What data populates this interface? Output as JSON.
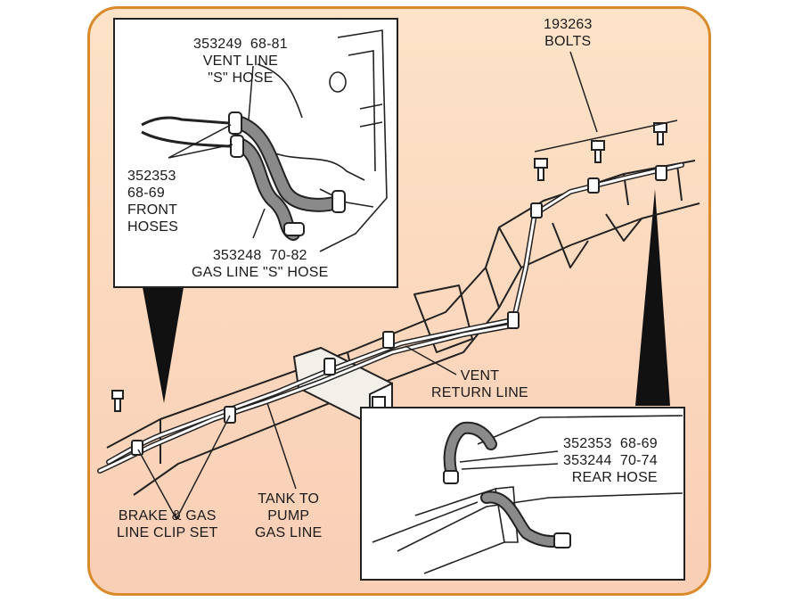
{
  "colors": {
    "frame_border": "#d98a2a",
    "background": "#fbd7bd",
    "line": "#222222",
    "hose": "#7a7a7a"
  },
  "labels": {
    "vent_s_hose": {
      "part": "353249",
      "years": "68-81",
      "line2": "VENT LINE",
      "line3": "\"S\" HOSE"
    },
    "front_hoses": {
      "part": "352353",
      "years": "68-69",
      "line3": "FRONT",
      "line4": "HOSES"
    },
    "gas_s_hose": {
      "part": "353248",
      "years": "70-82",
      "line2": "GAS LINE \"S\" HOSE"
    },
    "bolts": {
      "part": "193263",
      "line2": "BOLTS"
    },
    "vent_return": {
      "line1": "VENT",
      "line2": "RETURN LINE"
    },
    "clip_set": {
      "line1": "BRAKE & GAS",
      "line2": "LINE CLIP SET"
    },
    "tank_pump": {
      "line1": "TANK TO",
      "line2": "PUMP",
      "line3": "GAS LINE"
    },
    "rear_hose": {
      "part1": "352353",
      "years1": "68-69",
      "part2": "353244",
      "years2": "70-74",
      "line3": "REAR HOSE"
    }
  }
}
